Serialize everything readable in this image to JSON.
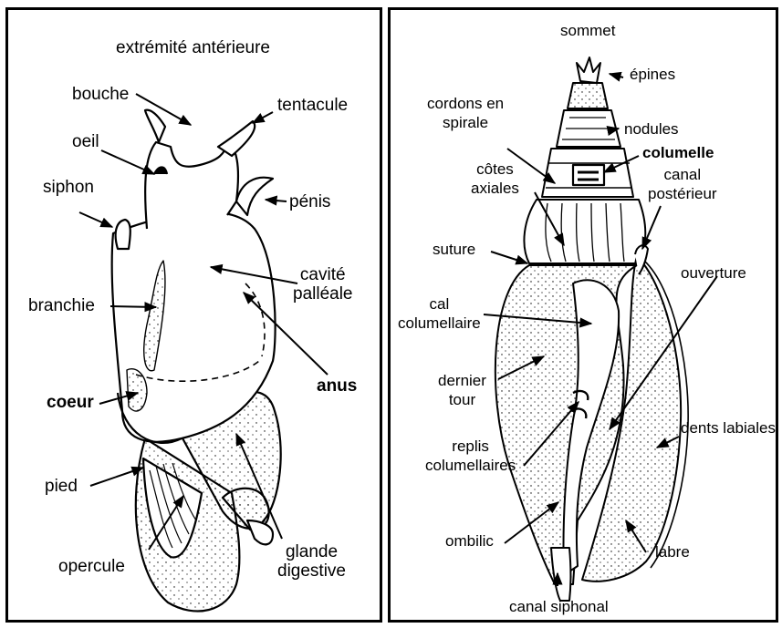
{
  "left_figure": {
    "title": "extrémité antérieure",
    "labels": {
      "bouche": "bouche",
      "tentacule": "tentacule",
      "oeil": "oeil",
      "siphon": "siphon",
      "penis": "pénis",
      "cavite_l1": "cavité",
      "cavite_l2": "palléale",
      "branchie": "branchie",
      "anus": "anus",
      "coeur": "coeur",
      "pied": "pied",
      "opercule": "opercule",
      "glande_l1": "glande",
      "glande_l2": "digestive"
    }
  },
  "right_figure": {
    "labels": {
      "sommet": "sommet",
      "epines": "épines",
      "cordons_l1": "cordons en",
      "cordons_l2": "spirale",
      "nodules": "nodules",
      "columelle": "columelle",
      "cotes_l1": "côtes",
      "cotes_l2": "axiales",
      "canal_post_l1": "canal",
      "canal_post_l2": "postérieur",
      "suture": "suture",
      "ouverture": "ouverture",
      "cal_l1": "cal",
      "cal_l2": "columellaire",
      "dernier_l1": "dernier",
      "dernier_l2": "tour",
      "dents": "dents labiales",
      "replis_l1": "replis",
      "replis_l2": "columellaires",
      "ombilic": "ombilic",
      "labre": "labre",
      "canal_siphonal": "canal siphonal"
    }
  }
}
